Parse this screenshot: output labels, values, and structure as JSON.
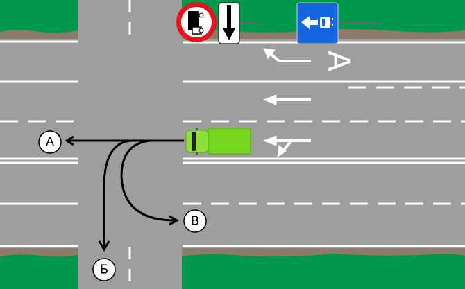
{
  "diagram": {
    "labels": {
      "a": "А",
      "b": "Б",
      "v": "В",
      "lane_letter": "А"
    },
    "signs": [
      "no-trucks-sign",
      "lane-direction-down-plate",
      "bus-lane-sign"
    ],
    "colors": {
      "road": "#9e9e9e",
      "grass": "#00994c",
      "dirt": "#8c7b6b",
      "truck": "#77d61e",
      "sign_blue": "#1565e0",
      "sign_red": "#e8121b"
    }
  }
}
